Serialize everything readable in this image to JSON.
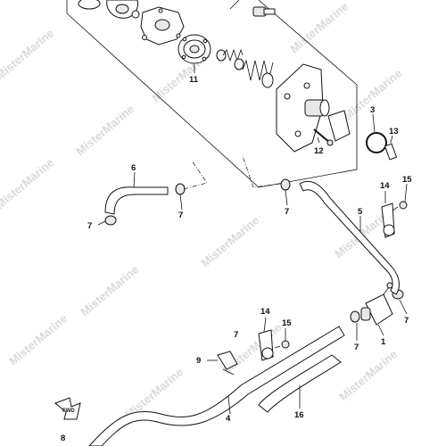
{
  "watermark": "MisterMarine",
  "forward_label": "FWD",
  "callouts": {
    "c1": "1",
    "c3": "3",
    "c4": "4",
    "c5": "5",
    "c6": "6",
    "c7a": "7",
    "c7b": "7",
    "c7c": "7",
    "c7d": "7",
    "c7e": "7",
    "c7f": "7",
    "c8": "8",
    "c9": "9",
    "c11": "11",
    "c12": "12",
    "c13": "13",
    "c14a": "14",
    "c14b": "14",
    "c15a": "15",
    "c15b": "15",
    "c16": "16"
  }
}
